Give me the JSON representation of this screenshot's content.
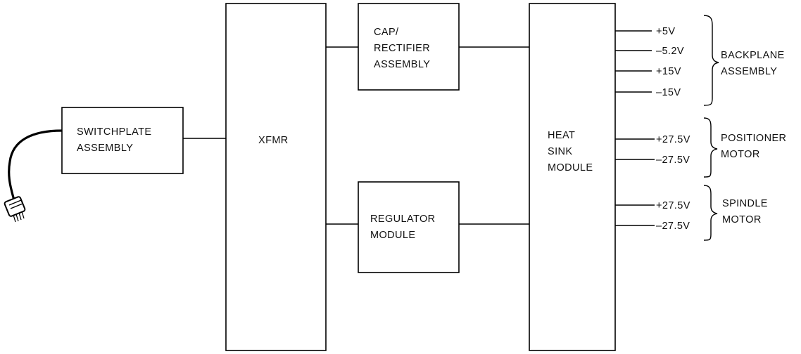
{
  "blocks": {
    "switchplate": [
      "SWITCHPLATE",
      "ASSEMBLY"
    ],
    "xfmr": [
      "XFMR"
    ],
    "cap_rectifier": [
      "CAP/",
      "RECTIFIER",
      "ASSEMBLY"
    ],
    "regulator": [
      "REGULATOR",
      "MODULE"
    ],
    "heat_sink": [
      "HEAT",
      "SINK",
      "MODULE"
    ]
  },
  "outputs": {
    "backplane": [
      "+5V",
      "–5.2V",
      "+15V",
      "–15V"
    ],
    "positioner": [
      "+27.5V",
      "–27.5V"
    ],
    "spindle": [
      "+27.5V",
      "–27.5V"
    ]
  },
  "groups": {
    "backplane": [
      "BACKPLANE",
      "ASSEMBLY"
    ],
    "positioner": [
      "POSITIONER",
      "MOTOR"
    ],
    "spindle": [
      "SPINDLE",
      "MOTOR"
    ]
  }
}
